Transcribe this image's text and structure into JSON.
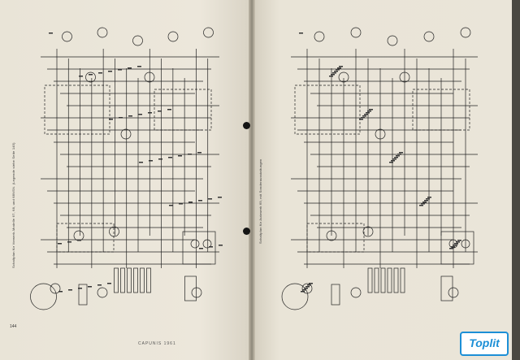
{
  "left_page": {
    "caption": "Schaltplan für Vorwerk-Modelle 67, 68, und 68NSN. (Legende siehe Seite 145)",
    "page_number": "144"
  },
  "right_page": {
    "caption": "Schaltplan für Autowerk 69, mit Sonderausstattungen"
  },
  "footer": "CAPUNIS 1961",
  "watermark": "Toplit"
}
